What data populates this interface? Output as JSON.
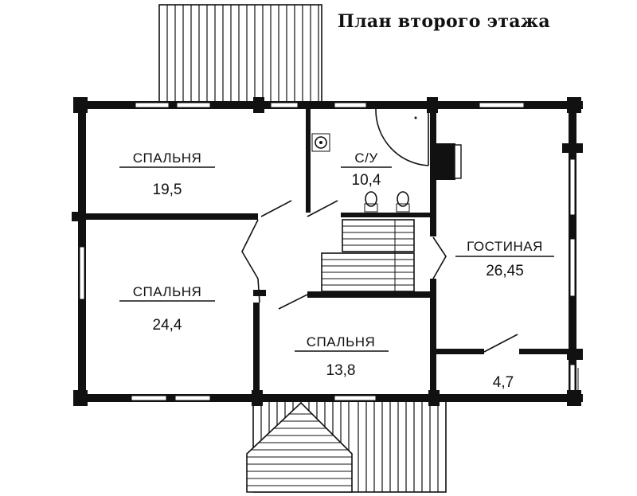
{
  "title": "План второго этажа",
  "rooms": {
    "bedroom1": {
      "name": "СПАЛЬНЯ",
      "area": "19,5"
    },
    "bathroom": {
      "name": "С/У",
      "area": "10,4"
    },
    "living": {
      "name": "ГОСТИНАЯ",
      "area": "26,45"
    },
    "bedroom2": {
      "name": "СПАЛЬНЯ",
      "area": "24,4"
    },
    "bedroom3": {
      "name": "СПАЛЬНЯ",
      "area": "13,8"
    },
    "small": {
      "area": "4,7"
    }
  },
  "colors": {
    "line": "#111111",
    "background": "#ffffff"
  }
}
